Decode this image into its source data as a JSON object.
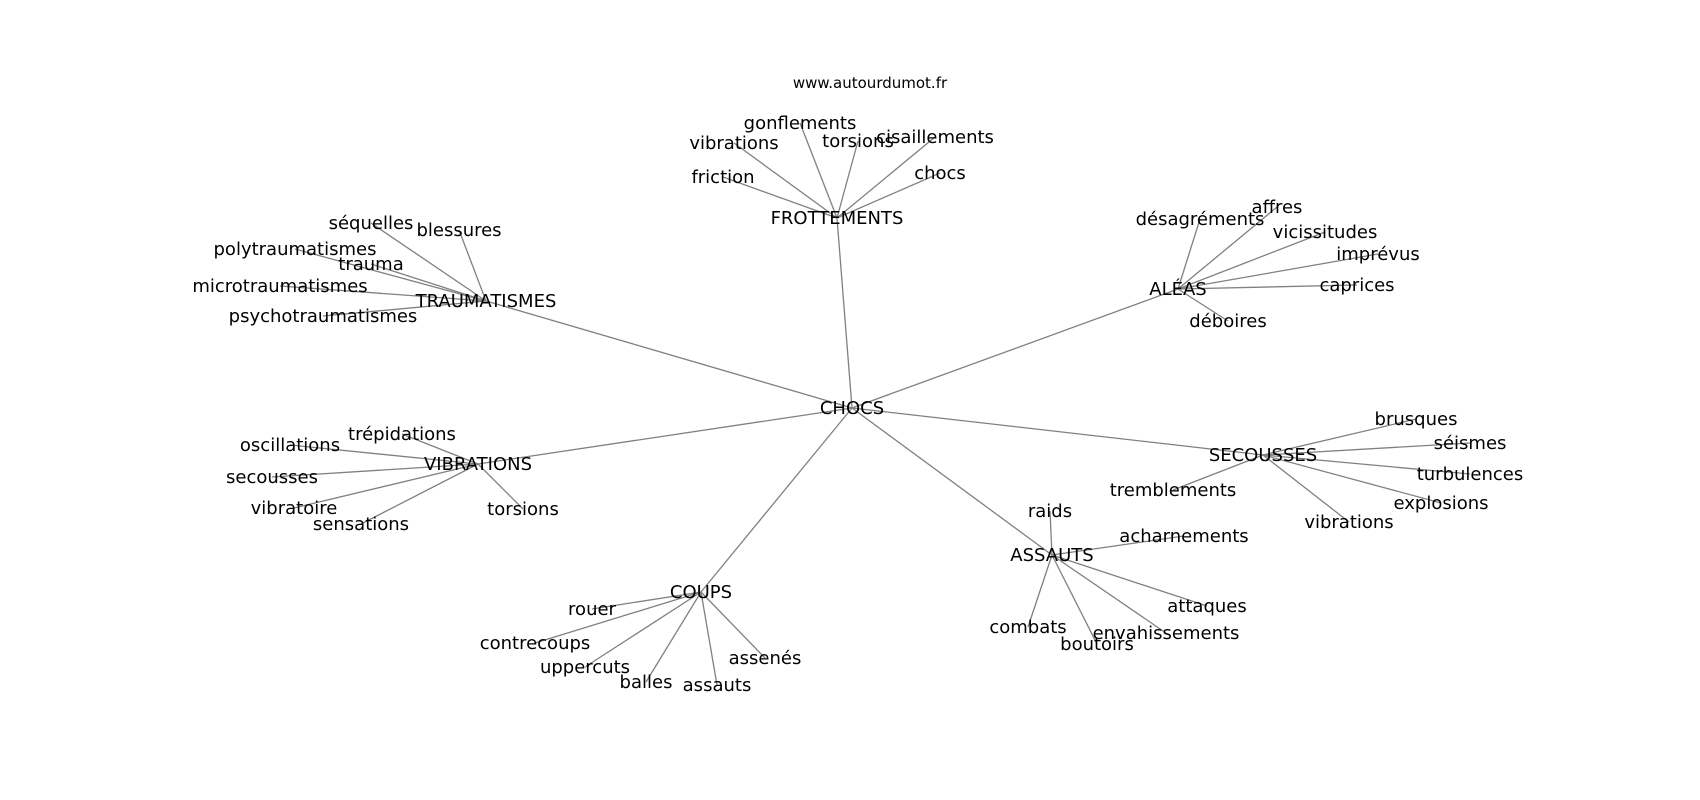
{
  "site": "www.autourdumot.fr",
  "center": "CHOCS",
  "hubs": [
    {
      "label": "FROTTEMENTS",
      "words": [
        "gonflements",
        "vibrations",
        "torsions",
        "cisaillements",
        "friction",
        "chocs"
      ]
    },
    {
      "label": "ALÉAS",
      "words": [
        "désagréments",
        "affres",
        "vicissitudes",
        "imprévus",
        "caprices",
        "déboires"
      ]
    },
    {
      "label": "TRAUMATISMES",
      "words": [
        "séquelles",
        "blessures",
        "polytraumatismes",
        "trauma",
        "microtraumatismes",
        "psychotraumatismes"
      ]
    },
    {
      "label": "VIBRATIONS",
      "words": [
        "trépidations",
        "oscillations",
        "secousses",
        "vibratoire",
        "sensations",
        "torsions"
      ]
    },
    {
      "label": "SECOUSSES",
      "words": [
        "brusques",
        "séismes",
        "turbulences",
        "explosions",
        "vibrations",
        "tremblements"
      ]
    },
    {
      "label": "ASSAUTS",
      "words": [
        "raids",
        "acharnements",
        "attaques",
        "envahissements",
        "boutoirs",
        "combats"
      ]
    },
    {
      "label": "COUPS",
      "words": [
        "rouer",
        "contrecoups",
        "uppercuts",
        "balles",
        "assauts",
        "assenés"
      ]
    }
  ]
}
